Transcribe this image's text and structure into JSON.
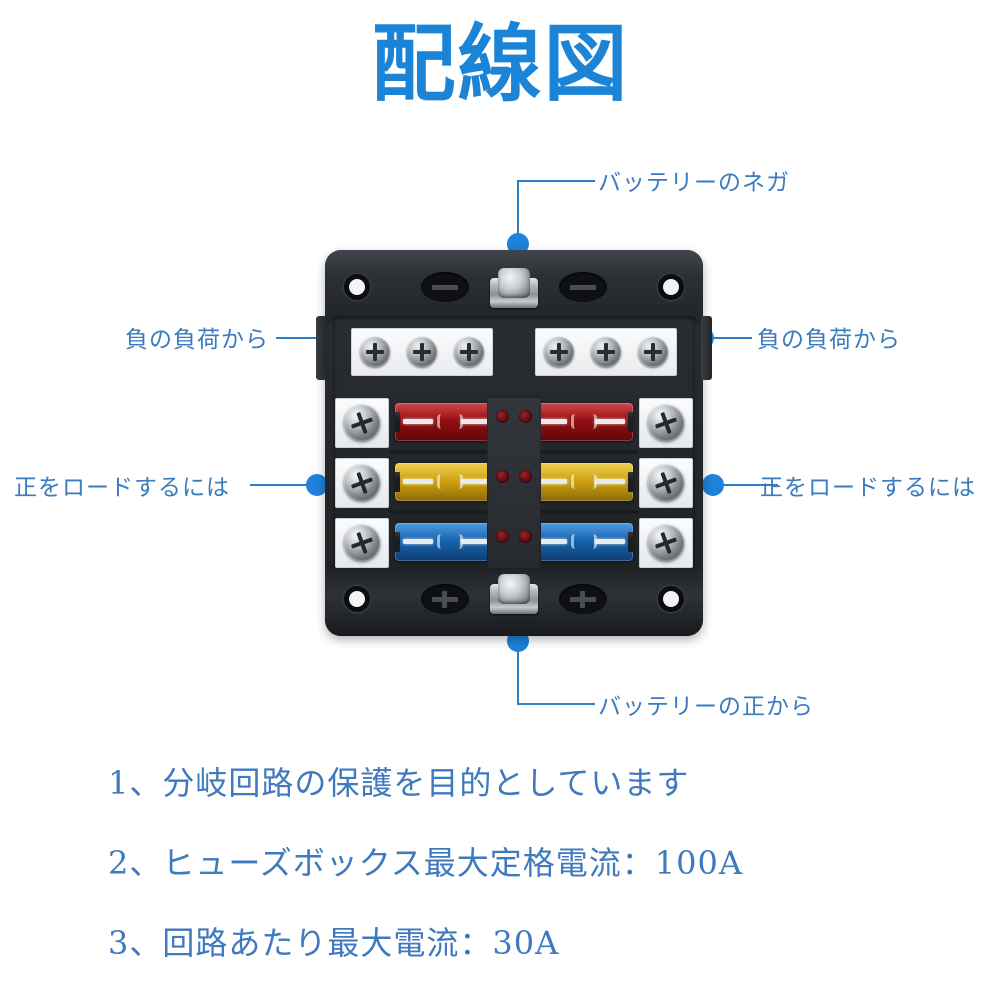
{
  "page": {
    "title": "配線図",
    "title_color": "#1C84D6",
    "label_color": "#3A7BBF",
    "note_color": "#3F79BE",
    "background": "#FFFFFF"
  },
  "callouts": {
    "battery_negative": "バッテリーのネガ",
    "battery_positive": "バッテリーの正から",
    "negative_load_left": "負の負荷から",
    "negative_load_right": "負の負荷から",
    "positive_load_left": "正をロードするには",
    "positive_load_right": "正をロードするには"
  },
  "device": {
    "name": "6-way blade fuse block with LED indicators",
    "negative_bus_screw_count_left": 3,
    "negative_bus_screw_count_right": 3,
    "top_terminal_mark": "−",
    "bottom_terminal_mark": "+",
    "mount_hole_count": 4,
    "led_indicator_count": 6,
    "fuse_rows": [
      {
        "left_color": "#C2161C",
        "right_color": "#C2161C",
        "name": "red-fuse-row"
      },
      {
        "left_color": "#E8C021",
        "right_color": "#E8C021",
        "name": "yellow-fuse-row"
      },
      {
        "left_color": "#1F7FD6",
        "right_color": "#1F7FD6",
        "name": "blue-fuse-row"
      }
    ]
  },
  "notes": [
    "1、分岐回路の保護を目的としています",
    "2、ヒューズボックス最大定格電流：100A",
    "3、回路あたり最大電流：30A"
  ]
}
